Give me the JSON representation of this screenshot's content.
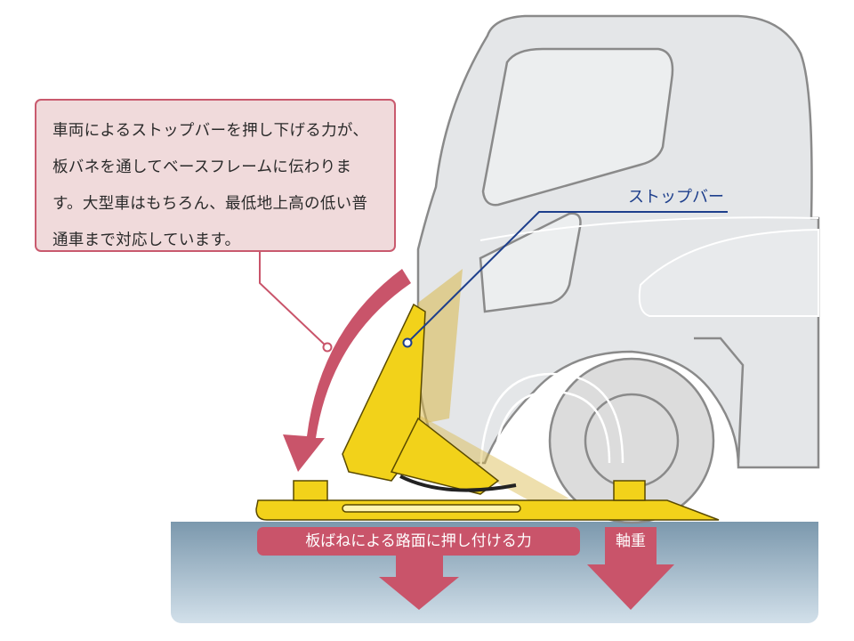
{
  "callout": {
    "text": "車両によるストップバーを押し下げる力が、板バネを通してベースフレームに伝わります。大型車はもちろん、最低地上高の低い普通車まで対応しています。"
  },
  "labels": {
    "stop_bar": "ストップバー",
    "spring_force": "板ばねによる路面に押し付ける力",
    "axle_load": "軸重"
  },
  "colors": {
    "accent": "#c9546a",
    "stop_bar_line": "#1e3f8c",
    "device": "#f2d21a",
    "road_top": "#7b98ad",
    "road_bottom": "#d2e0ea"
  }
}
